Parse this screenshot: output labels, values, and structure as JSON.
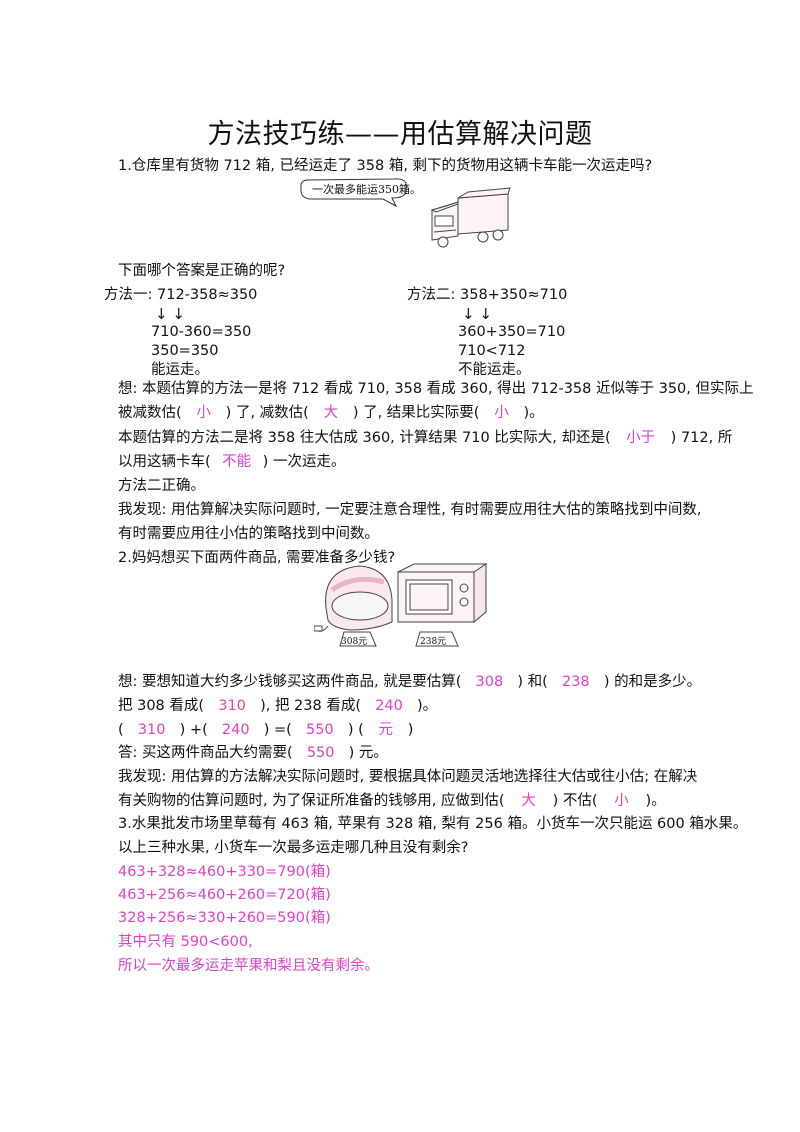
{
  "title": "方法技巧练——用估算解决问题",
  "q1": {
    "question": "1.仓库里有货物 712 箱, 已经运走了 358 箱, 剩下的货物用这辆卡车能一次运走吗?",
    "bubble": "一次最多能运350箱。",
    "prompt": "下面哪个答案是正确的呢?",
    "method1": {
      "label": "方法一: 712-358≈350",
      "line1": "710-360=350",
      "line2": "350=350",
      "line3": "能运走。"
    },
    "method2": {
      "label": "方法二: 358+350≈710",
      "line1": "360+350=710",
      "line2": "710<712",
      "line3": "不能运走。"
    },
    "think_a": "想: 本题估算的方法一是将 712 看成 710, 358 看成 360, 得出 712-358 近似等于 350, 但实际上",
    "think_b1": "被减数估(",
    "blank_small1": "小",
    "think_b2": ") 了, 减数估(",
    "blank_big1": "大",
    "think_b3": ") 了, 结果比实际要(",
    "blank_small2": "小",
    "think_b4": ")。",
    "think_c1": "本题估算的方法二是将 358 往大估成 360, 计算结果 710 比实际大, 却还是(",
    "blank_less": "小于",
    "think_c2": ") 712, 所",
    "think_d1": "以用这辆卡车(",
    "blank_cannot": "不能",
    "think_d2": ") 一次运走。",
    "conclusion": "方法二正确。",
    "discover_a": "我发现: 用估算解决实际问题时, 一定要注意合理性, 有时需要应用往大估的策略找到中间数,",
    "discover_b": "有时需要应用往小估的策略找到中间数。"
  },
  "q2": {
    "question": "2.妈妈想买下面两件商品, 需要准备多少钱?",
    "price1": "308元",
    "price2": "238元",
    "think1_a": "想: 要想知道大约多少钱够买这两件商品, 就是要估算(",
    "b308": "308",
    "think1_b": ") 和(",
    "b238": "238",
    "think1_c": ") 的和是多少。",
    "think2_a": "把 308 看成(",
    "b310": "310",
    "think2_b": "), 把 238 看成(",
    "b240": "240",
    "think2_c": ")。",
    "eq_open": "(",
    "eq_310": "310",
    "eq_plus": ") +(",
    "eq_240": "240",
    "eq_equals": ") =(",
    "eq_550": "550",
    "eq_unit_open": ") (",
    "eq_yuan": "元",
    "eq_close": ")",
    "ans_a": "答: 买这两件商品大约需要(",
    "ans_550": "550",
    "ans_b": ") 元。",
    "discover_a": "我发现: 用估算的方法解决实际问题时, 要根据具体问题灵活地选择往大估或往小估; 在解决",
    "discover_b1": "有关购物的估算问题时, 为了保证所准备的钱够用, 应做到估(",
    "blank_big": "大",
    "discover_b2": ") 不估(",
    "blank_small": "小",
    "discover_b3": ")。"
  },
  "q3": {
    "question_a": "3.水果批发市场里草莓有 463 箱, 苹果有 328 箱, 梨有 256 箱。小货车一次只能运 600 箱水果。",
    "question_b": "以上三种水果, 小货车一次最多运走哪几种且没有剩余?",
    "lines": [
      "463+328≈460+330=790(箱)",
      "463+256≈460+260=720(箱)",
      "328+256≈330+260=590(箱)",
      "其中只有 590<600,",
      "所以一次最多运走苹果和梨且没有剩余。"
    ]
  },
  "arrows": "↓    ↓"
}
